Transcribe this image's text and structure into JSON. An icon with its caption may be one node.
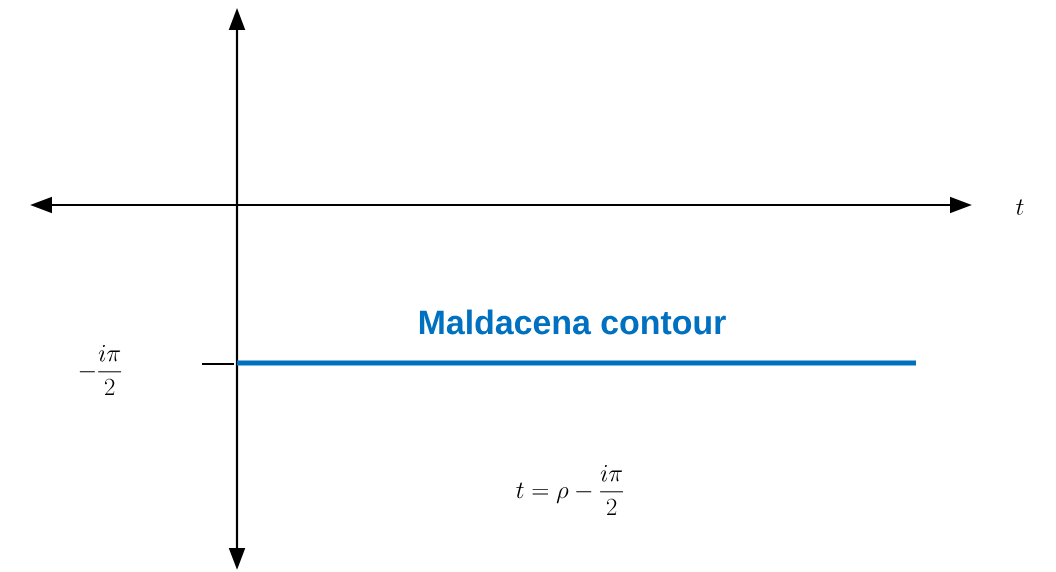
{
  "diagram": {
    "labels": [
      "t",
      "-\\frac{i\\pi}{2}",
      "Maldacena contour",
      "t = \\rho - \\frac{i\\pi}{2}"
    ]
  }
}
